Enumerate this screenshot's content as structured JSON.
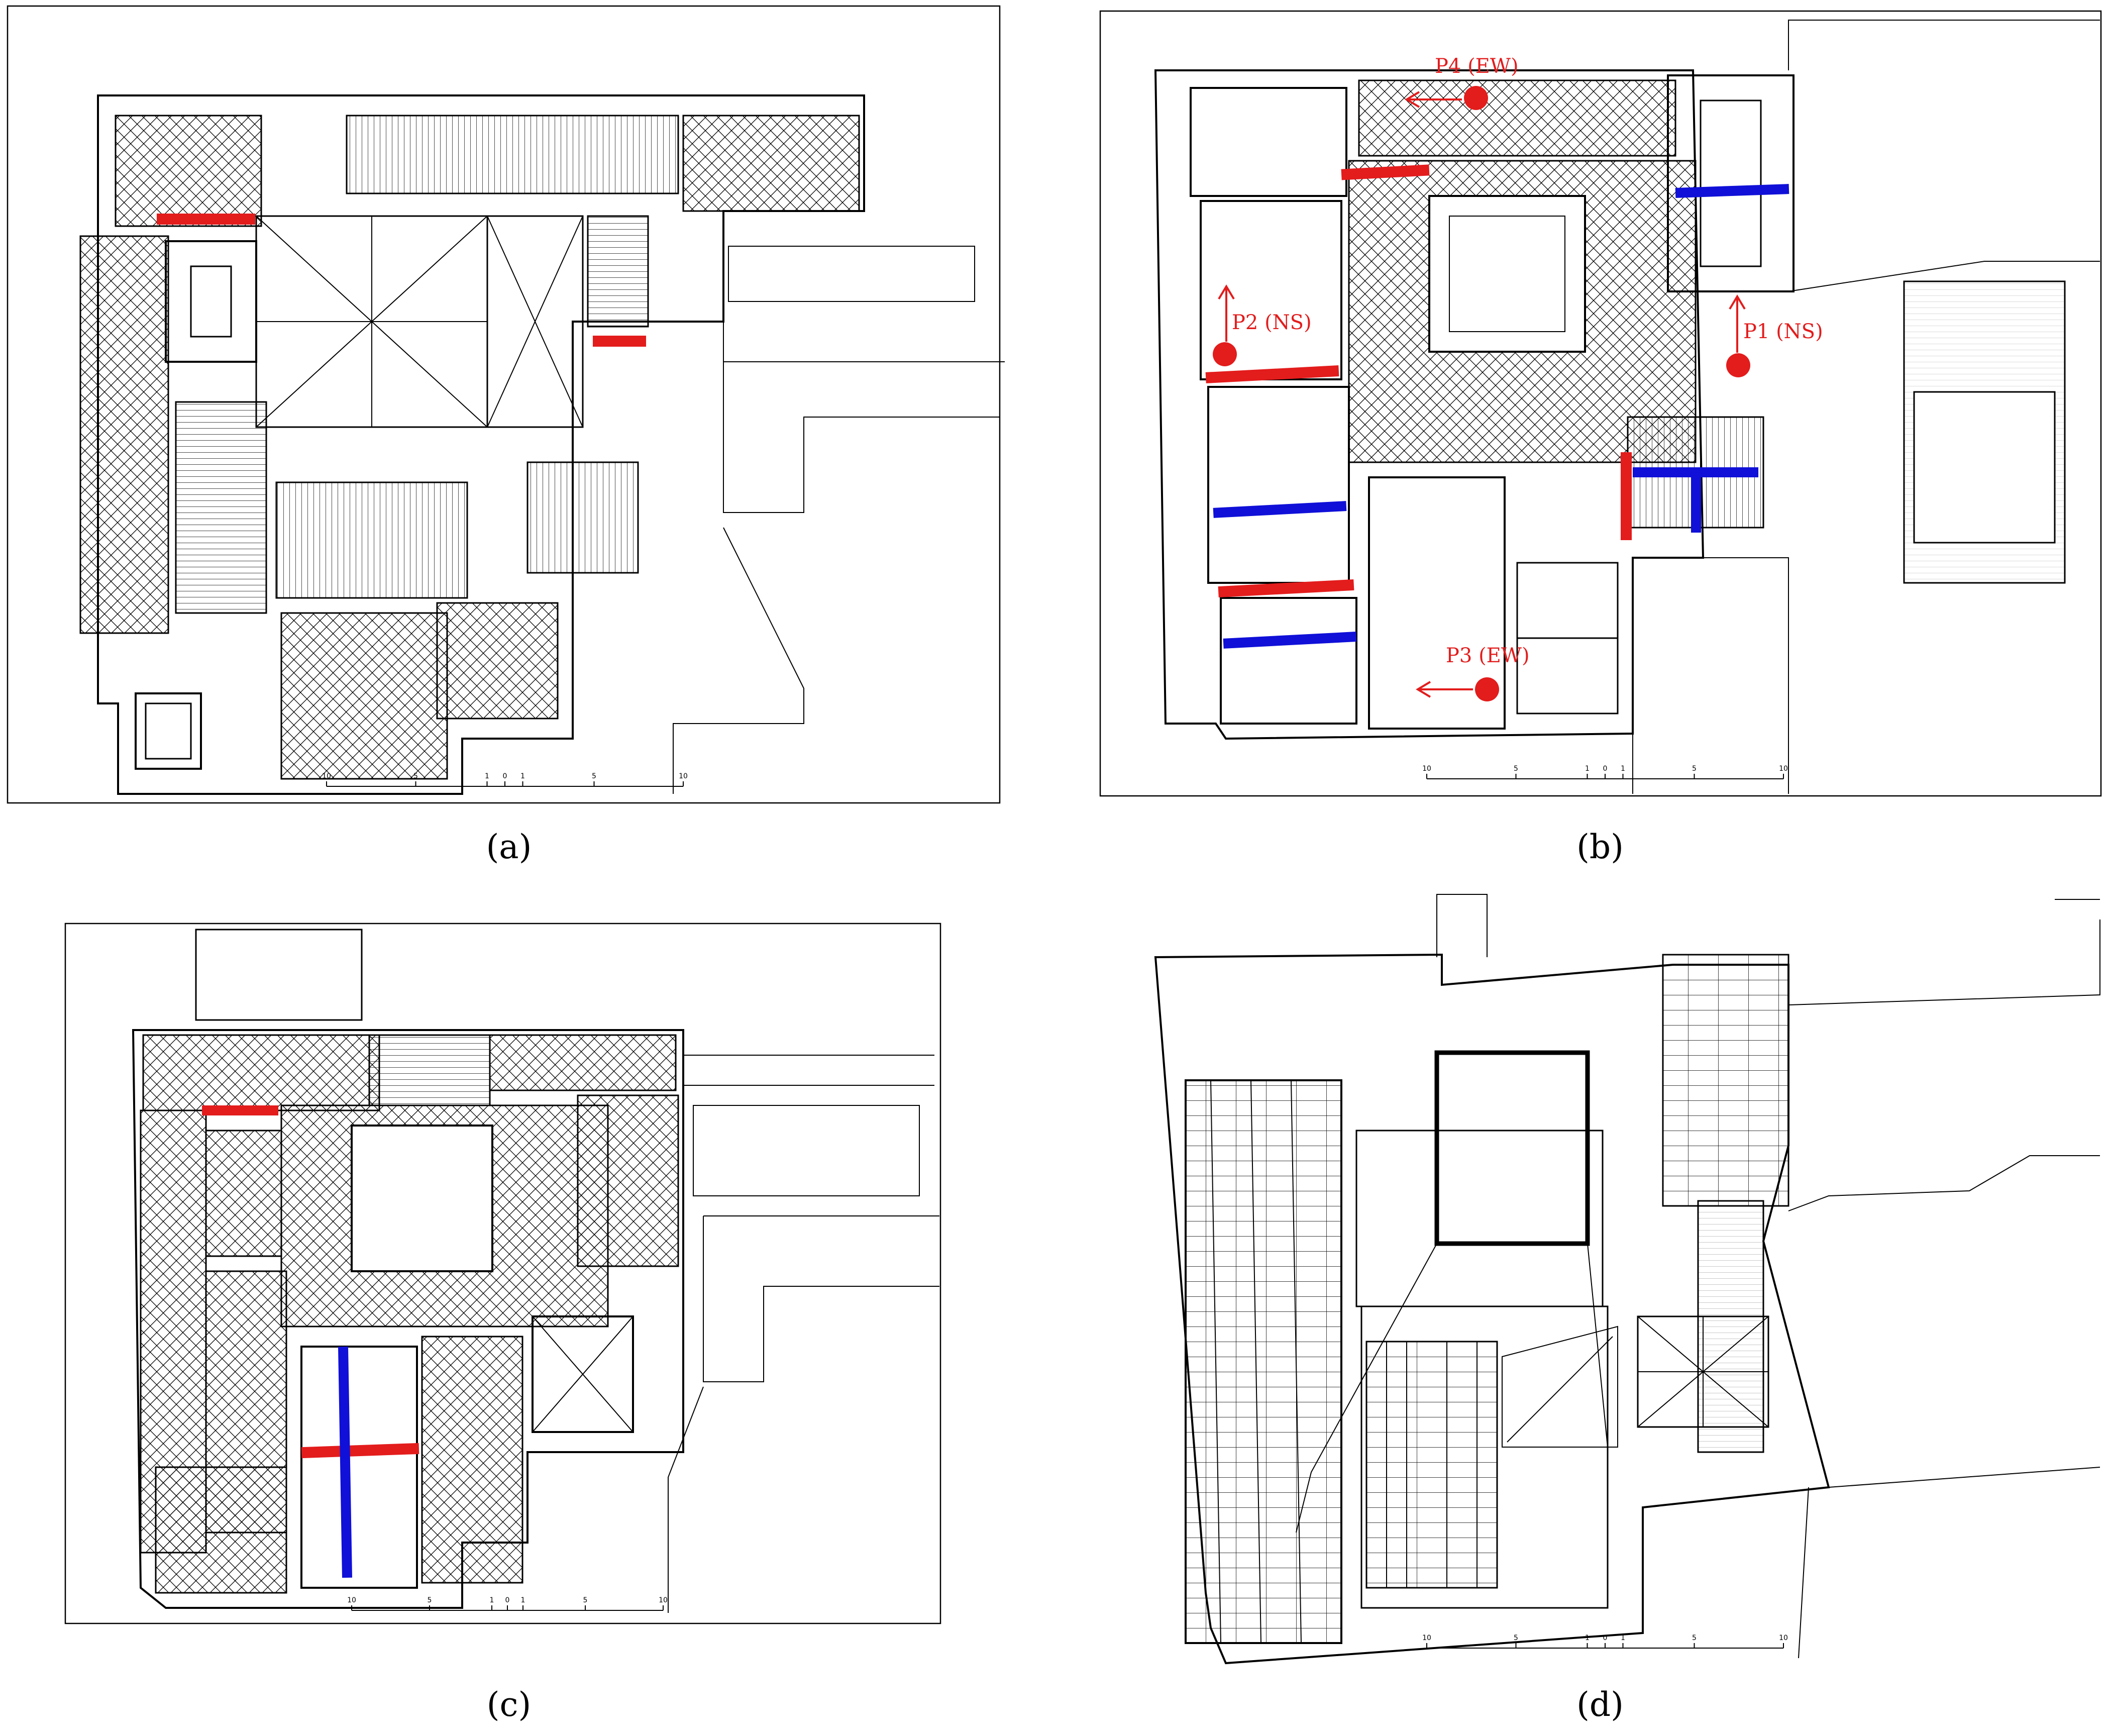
{
  "colors": {
    "red_wall": "#e31c1c",
    "blue_wall": "#1010d8",
    "plan_line": "#000000",
    "background": "#ffffff"
  },
  "panels": {
    "a": {
      "caption": "(a)"
    },
    "b": {
      "caption": "(b)",
      "markers": [
        {
          "label": "P4 (EW)",
          "arrow": "west"
        },
        {
          "label": "P2 (NS)",
          "arrow": "north"
        },
        {
          "label": "P1 (NS)",
          "arrow": "north"
        },
        {
          "label": "P3 (EW)",
          "arrow": "west"
        }
      ]
    },
    "c": {
      "caption": "(c)"
    },
    "d": {
      "caption": "(d)"
    }
  },
  "scale_bar": {
    "ticks": [
      "10",
      "5",
      "1",
      "0",
      "1",
      "5",
      "10"
    ]
  }
}
